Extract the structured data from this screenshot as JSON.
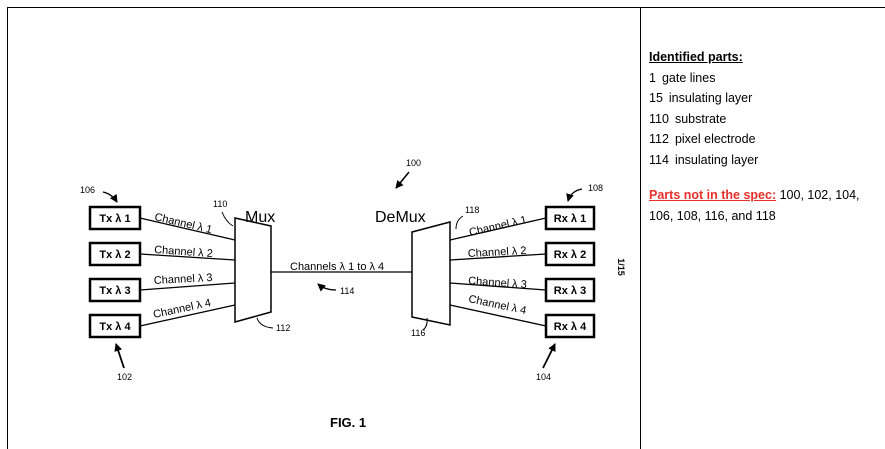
{
  "figure": {
    "title": "FIG. 1",
    "sheet_number": "1/15",
    "system_ref": "100",
    "mux": {
      "label": "Mux",
      "ref": "110",
      "ref_bottom": "112"
    },
    "demux": {
      "label": "DeMux",
      "ref": "118",
      "ref_bottom": "116"
    },
    "link": {
      "label": "Channels λ 1 to λ 4",
      "ref": "114"
    },
    "tx_group_ref": "106",
    "tx_group_ref_bottom": "102",
    "rx_group_ref": "108",
    "rx_group_ref_bottom": "104",
    "transmitters": [
      "Tx λ 1",
      "Tx λ 2",
      "Tx λ 3",
      "Tx λ 4"
    ],
    "receivers": [
      "Rx λ 1",
      "Rx λ 2",
      "Rx λ 3",
      "Rx λ 4"
    ],
    "tx_channels": [
      "Channel λ 1",
      "Channel λ 2",
      "Channel λ 3",
      "Channel λ 4"
    ],
    "rx_channels": [
      "Channel λ 1",
      "Channel λ 2",
      "Channel λ 3",
      "Channel λ 4"
    ]
  },
  "notes": {
    "identified_heading": "Identified parts:",
    "identified_parts": [
      {
        "num": "1",
        "name": "gate lines"
      },
      {
        "num": "15",
        "name": "insulating layer"
      },
      {
        "num": "110",
        "name": "substrate"
      },
      {
        "num": "112",
        "name": "pixel electrode"
      },
      {
        "num": "114",
        "name": "insulating layer"
      }
    ],
    "missing_heading": "Parts not in the spec:",
    "missing_parts_line1": "100, 102, 104,",
    "missing_parts_line2": "106, 108, 116, and 118",
    "colors": {
      "warning": "#e8302a"
    }
  }
}
